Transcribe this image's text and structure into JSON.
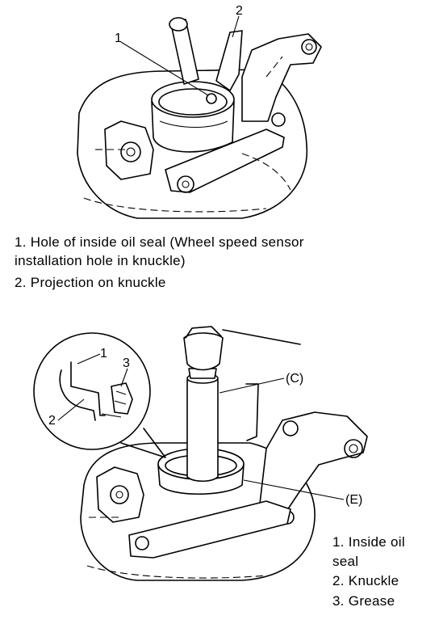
{
  "figure1": {
    "callouts": {
      "c1": "1",
      "c2": "2"
    },
    "legend": [
      "1. Hole of inside oil seal (Wheel speed sensor",
      "    installation hole in knuckle)",
      "2. Projection on knuckle"
    ]
  },
  "figure2": {
    "callouts": {
      "c1": "1",
      "c2": "2",
      "c3": "3",
      "cC": "(C)",
      "cE": "(E)"
    },
    "legend": [
      "1. Inside oil",
      "    seal",
      "2. Knuckle",
      "3. Grease"
    ]
  }
}
